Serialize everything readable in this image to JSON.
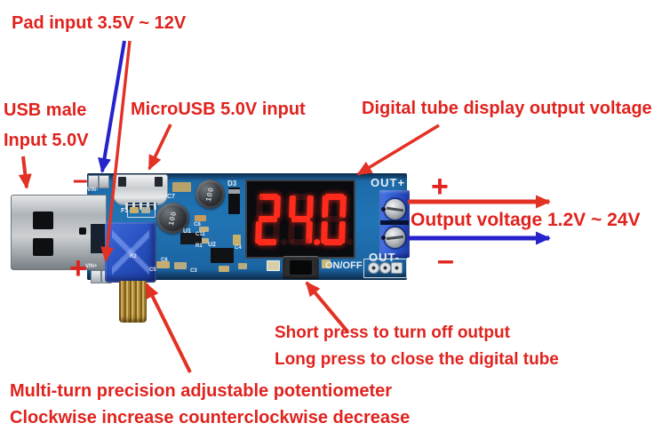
{
  "annotations": {
    "pad_input": "Pad input 3.5V ~ 12V",
    "usb_male_line1": "USB male",
    "usb_male_line2": "Input 5.0V",
    "microusb": "MicroUSB 5.0V input",
    "digital_tube": "Digital tube display output voltage",
    "output_voltage": "Output voltage 1.2V ~ 24V",
    "output_plus": "+",
    "output_minus": "–",
    "input_minus": "–",
    "input_plus": "+",
    "short_press": "Short press to turn off output",
    "long_press": "Long press to close the digital tube",
    "pot_line1": "Multi-turn precision adjustable potentiometer",
    "pot_line2": "Clockwise increase counterclockwise decrease"
  },
  "board": {
    "display_value": "24.0",
    "silk": {
      "out_plus": "OUT+",
      "out_minus": "OUT-",
      "on_off": "ON/OFF",
      "vin_minus": "VIN-",
      "vin_plus": "VIN+",
      "d3": "D3",
      "f1": "F1",
      "c7": "C7",
      "c8": "C8",
      "c11": "C11",
      "u1": "U1",
      "u2": "U2",
      "r1": "R1",
      "r2": "R2",
      "c3": "C3",
      "c4": "C4",
      "c5": "C5",
      "c6": "C6",
      "inductor_mark": "100"
    }
  },
  "colors": {
    "annotation_red": "#e0231e",
    "arrow_red": "#e33124",
    "arrow_blue": "#2622cc",
    "pcb_blue": "#1d6cab",
    "terminal_blue": "#2c55cc",
    "display_red": "#ff2b1d"
  }
}
